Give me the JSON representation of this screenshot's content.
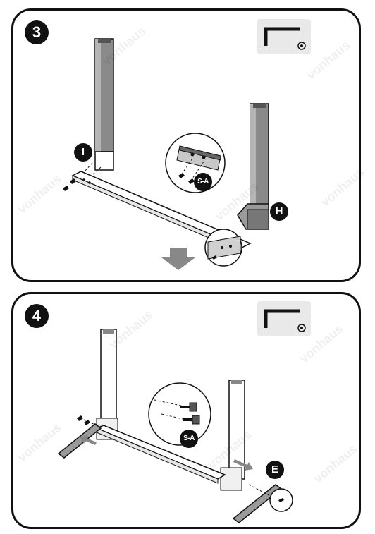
{
  "steps": [
    {
      "number": "3",
      "tool": "allen-key-icon",
      "callouts": {
        "leg_label": "I",
        "foot_label": "H",
        "screw_label": "S-A"
      }
    },
    {
      "number": "4",
      "tool": "allen-key-icon",
      "callouts": {
        "foot_label": "E",
        "screw_label": "S-A"
      }
    }
  ],
  "watermark": "vonhaus"
}
